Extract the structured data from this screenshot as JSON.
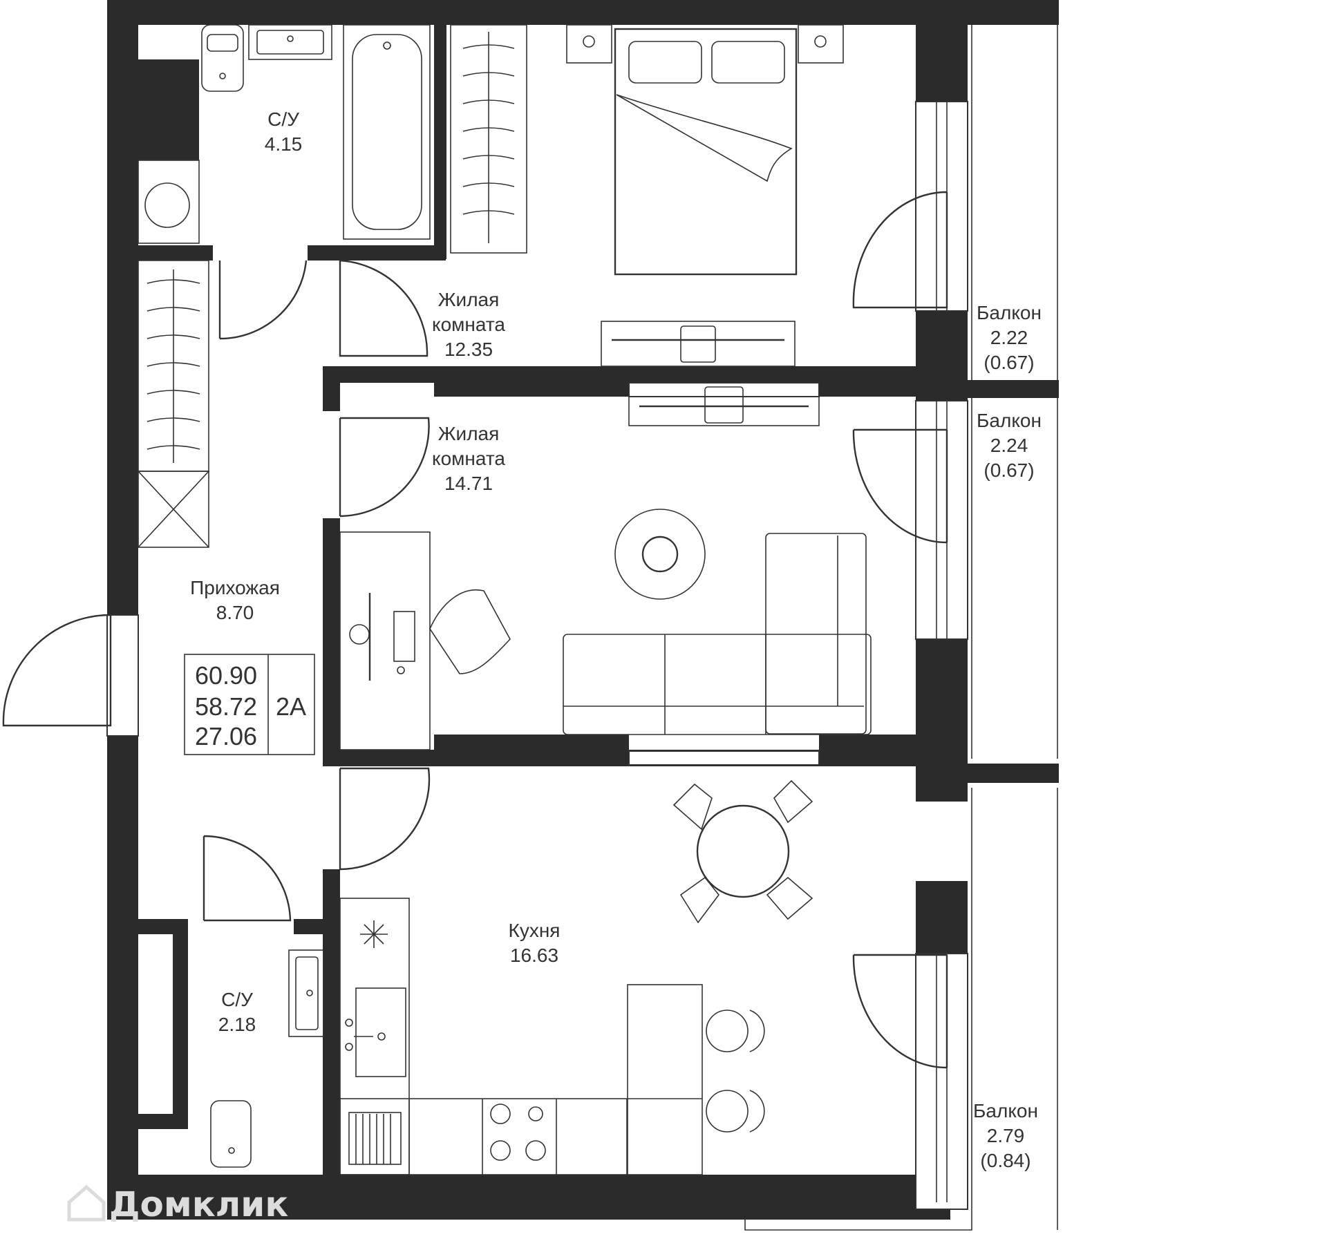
{
  "rooms": {
    "bath_top": {
      "name": "С/У",
      "area": "4.15"
    },
    "bedroom": {
      "name_line1": "Жилая",
      "name_line2": "комната",
      "area": "12.35"
    },
    "living": {
      "name_line1": "Жилая",
      "name_line2": "комната",
      "area": "14.71"
    },
    "hallway": {
      "name": "Прихожая",
      "area": "8.70"
    },
    "bath_bottom": {
      "name": "С/У",
      "area": "2.18"
    },
    "kitchen": {
      "name": "Кухня",
      "area": "16.63"
    },
    "balcony_1": {
      "name": "Балкон",
      "area": "2.22",
      "reduced": "(0.67)"
    },
    "balcony_2": {
      "name": "Балкон",
      "area": "2.24",
      "reduced": "(0.67)"
    },
    "balcony_3": {
      "name": "Балкон",
      "area": "2.79",
      "reduced": "(0.84)"
    }
  },
  "summary": {
    "total_area": "60.90",
    "area_without_balconies": "58.72",
    "living_area": "27.06",
    "type": "2А"
  },
  "watermark": {
    "text": "Домклик"
  },
  "colors": {
    "wall": "#2b2b2b",
    "line": "#333333",
    "watermark": "#dcdcdc"
  }
}
